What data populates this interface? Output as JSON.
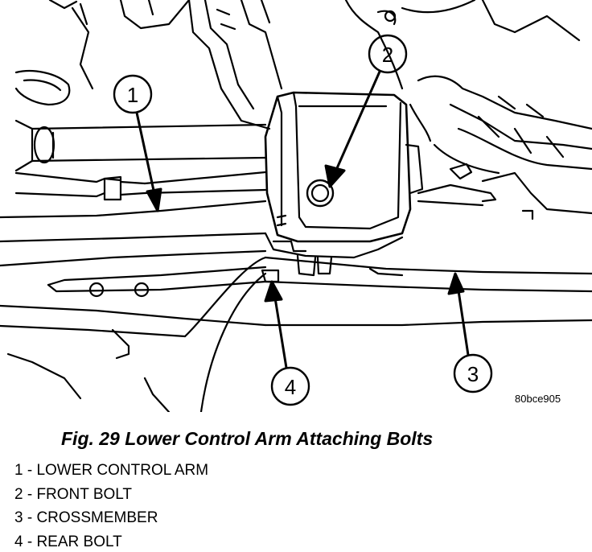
{
  "figure": {
    "drawing_code": "80bce905",
    "caption": "Fig. 29 Lower Control Arm Attaching Bolts",
    "callouts": [
      {
        "number": "1",
        "label": "1 - LOWER CONTROL ARM"
      },
      {
        "number": "2",
        "label": "2 - FRONT BOLT"
      },
      {
        "number": "3",
        "label": "3 - CROSSMEMBER"
      },
      {
        "number": "4",
        "label": "4 - REAR BOLT"
      }
    ]
  },
  "colors": {
    "line": "#000000",
    "background": "#ffffff"
  }
}
